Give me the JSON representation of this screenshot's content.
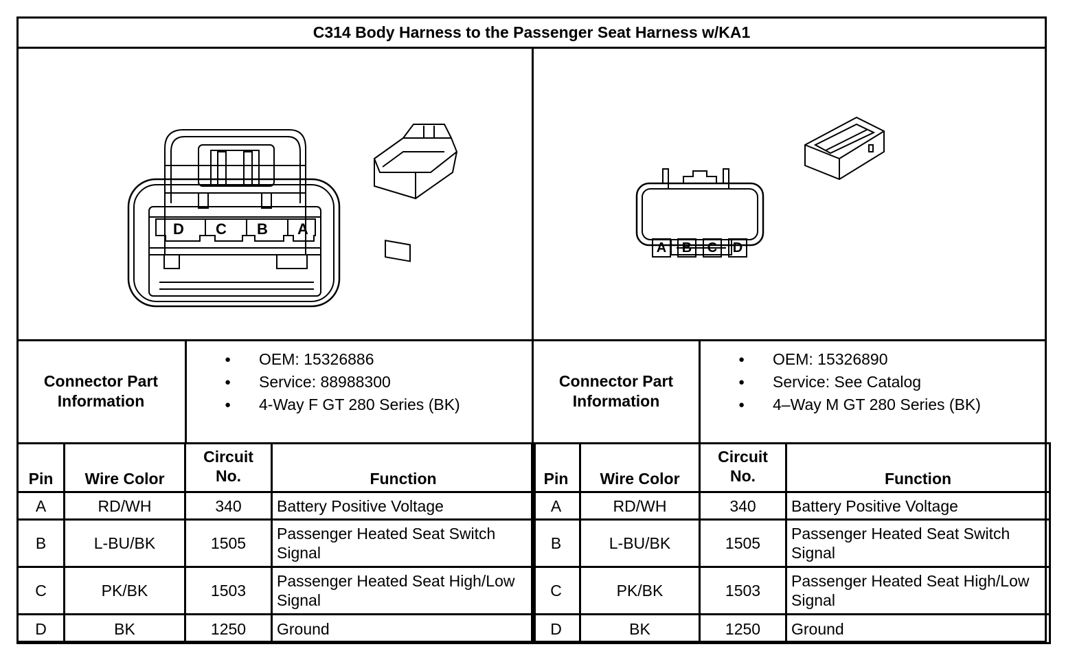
{
  "title": "C314 Body Harness to the Passenger Seat Harness w/KA1",
  "left": {
    "pin_labels": [
      "D",
      "C",
      "B",
      "A"
    ],
    "cpi_label": "Connector Part Information",
    "cpi_items": [
      "OEM: 15326886",
      "Service: 88988300",
      "4-Way F GT 280 Series (BK)"
    ],
    "headers": {
      "pin": "Pin",
      "wire_color": "Wire Color",
      "circuit_line1": "Circuit",
      "circuit_line2": "No.",
      "function": "Function"
    },
    "rows": [
      {
        "pin": "A",
        "wire_color": "RD/WH",
        "circuit": "340",
        "function": "Battery Positive Voltage"
      },
      {
        "pin": "B",
        "wire_color": "L-BU/BK",
        "circuit": "1505",
        "function": "Passenger Heated Seat Switch Signal"
      },
      {
        "pin": "C",
        "wire_color": "PK/BK",
        "circuit": "1503",
        "function": "Passenger Heated Seat High/Low Signal"
      },
      {
        "pin": "D",
        "wire_color": "BK",
        "circuit": "1250",
        "function": "Ground"
      }
    ]
  },
  "right": {
    "pin_labels": [
      "A",
      "B",
      "C",
      "D"
    ],
    "cpi_label": "Connector Part Information",
    "cpi_items": [
      "OEM: 15326890",
      "Service: See Catalog",
      "4–Way M GT 280 Series (BK)"
    ],
    "headers": {
      "pin": "Pin",
      "wire_color": "Wire Color",
      "circuit_line1": "Circuit",
      "circuit_line2": "No.",
      "function": "Function"
    },
    "rows": [
      {
        "pin": "A",
        "wire_color": "RD/WH",
        "circuit": "340",
        "function": "Battery Positive Voltage"
      },
      {
        "pin": "B",
        "wire_color": "L-BU/BK",
        "circuit": "1505",
        "function": "Passenger Heated Seat Switch Signal"
      },
      {
        "pin": "C",
        "wire_color": "PK/BK",
        "circuit": "1503",
        "function": "Passenger Heated Seat High/Low Signal"
      },
      {
        "pin": "D",
        "wire_color": "BK",
        "circuit": "1250",
        "function": "Ground"
      }
    ]
  }
}
